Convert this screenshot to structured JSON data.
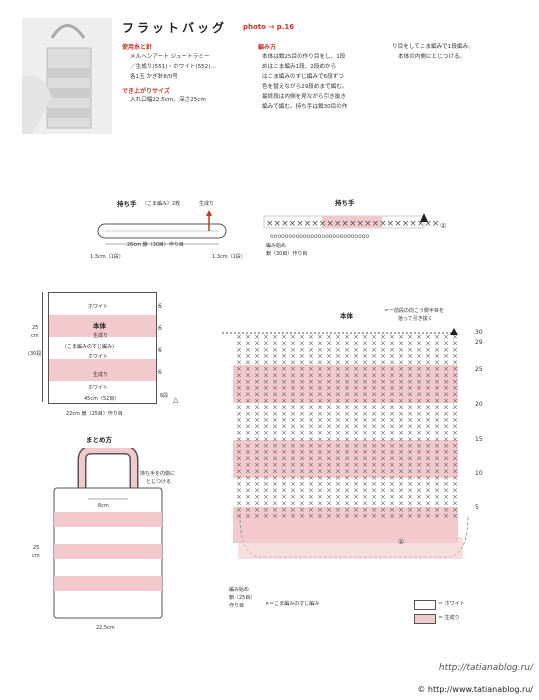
{
  "header": {
    "title": "フラットバッグ",
    "photo_ref": "photo → p.16"
  },
  "materials": {
    "heading": "使用糸と針",
    "lines": [
      "メルヘンアート ジュートラミー",
      "／生成り(551)・ホワイト(552)…",
      "各1玉 かぎ針8/0号"
    ]
  },
  "size": {
    "heading": "でき上がりサイズ",
    "line": "入れ口幅22.5cm、深さ25cm"
  },
  "method": {
    "heading": "編み方",
    "col1": [
      "本体は鎖25目の作り目をし、1段",
      "めはこま編み1段、2段めから",
      "はこま編みのすじ編みで6段ずつ",
      "色を替えながら29段めまで編む。",
      "最終段は内側を見ながら引き抜き",
      "編みで編む。持ち手は鎖30目の作"
    ],
    "col2": [
      "り目をしてこま編みで1段編み、",
      "本体の内側にとじつける。"
    ]
  },
  "handle1": {
    "title": "持ち手",
    "sub": "（こま編み）2枚",
    "color": "生成り",
    "width_label": "26cm 鎖（30目）作り目",
    "left_label": "1.3cm（1段）",
    "right_label": "1.3cm（1段）"
  },
  "handle2": {
    "title": "持ち手",
    "start_label": "編み始め",
    "start_sub": "鎖（30目）作り目",
    "row_num": "①"
  },
  "body_stripes": {
    "height_label": "25",
    "height_unit": "cm",
    "rows_label": "(30段)",
    "bands": [
      "ホワイト",
      "本体",
      "生成り",
      "(こま編みのすじ編み)",
      "ホワイト",
      "生成り",
      "ホワイト"
    ],
    "width_label": "45cm（52目）",
    "base_label": "22cm 鎖（25目）作り目",
    "step_counts": [
      "6",
      "6",
      "6",
      "6",
      "6"
    ],
    "side_label": "6段",
    "triangle": "△"
  },
  "assembly": {
    "title": "まとめ方",
    "note1": "持ち手を内側に",
    "note2": "とじつける",
    "handle_width": "6cm",
    "height": "25",
    "height_unit": "cm",
    "width": "22.5cm"
  },
  "chart": {
    "title": "本体",
    "note1": "＝一前段の向こう側半目を",
    "note2": "拾って引き抜く",
    "row_labels": [
      "30",
      "29",
      "25",
      "20",
      "15",
      "10",
      "5"
    ],
    "bottom_row": "①",
    "start_label1": "編み始め",
    "start_label2": "鎖（25目）",
    "start_label3": "作り目",
    "legend_stitch": "×＝こま編みのすじ編み",
    "legend_white": "＝ ホワイト",
    "legend_natural": "＝ 生成り"
  },
  "footer": {
    "url": "http://tatianablog.ru/",
    "url2": "© http://www.tatianablog.ru/"
  },
  "colors": {
    "pink": "#f2c9cc",
    "red": "#c0392b"
  }
}
